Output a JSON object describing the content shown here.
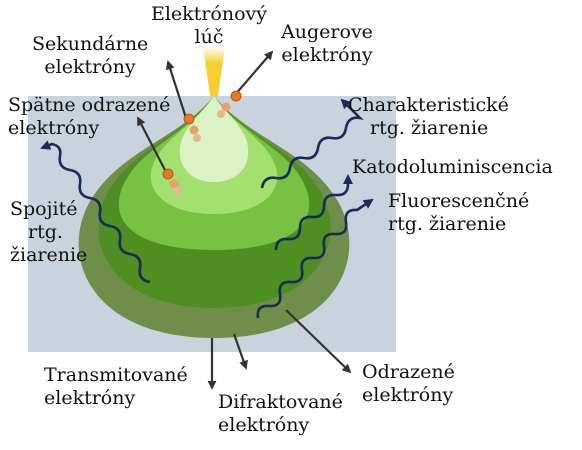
{
  "labels": {
    "electron_beam": [
      "Elektrónový",
      "lúč"
    ],
    "secondary_electrons": [
      "Sekundárne",
      "elektróny"
    ],
    "auger_electrons": [
      "Augerove",
      "elektróny"
    ],
    "backscattered_electrons": [
      "Spätne odrazené",
      "elektróny"
    ],
    "characteristic_xray": [
      "Charakteristické",
      "rtg. žiarenie"
    ],
    "cathodoluminescence": [
      "Katodoluminiscencia"
    ],
    "fluorescent_xray": [
      "Fluorescenčné",
      "rtg. žiarenie"
    ],
    "continuous_xray": [
      "Spojité",
      "rtg.",
      "žiarenie"
    ],
    "transmitted_electrons": [
      "Transmitované",
      "elektróny"
    ],
    "diffracted_electrons": [
      "Difraktované",
      "elektróny"
    ],
    "reflected_electrons": [
      "Odrazené",
      "elektróny"
    ]
  },
  "colors": {
    "specimen": "#c9d3dd",
    "outer_zone": "#6e8e4a",
    "zone_2": "#4f8f22",
    "zone_3": "#79c143",
    "zone_4": "#a4e070",
    "inner_zone": "#dbf2c6",
    "beam": "#f4cf2e",
    "wave": "#1a2a5c",
    "arrow": "#333333",
    "particle": "#e8762b"
  },
  "icons": {
    "arrow": "arrow-icon",
    "wave": "wavy-arrow-icon",
    "particle": "electron-particle-icon"
  }
}
